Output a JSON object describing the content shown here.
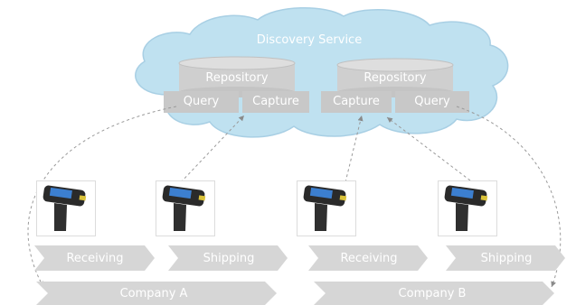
{
  "cloud": {
    "title": "Discovery Service",
    "repositories": [
      {
        "label": "Repository",
        "left_port": "Query",
        "right_port": "Capture"
      },
      {
        "label": "Repository",
        "left_port": "Capture",
        "right_port": "Query"
      }
    ]
  },
  "processes": [
    {
      "label": "Receiving",
      "device": "rfid-scanner"
    },
    {
      "label": "Shipping",
      "device": "rfid-scanner"
    },
    {
      "label": "Receiving",
      "device": "rfid-scanner"
    },
    {
      "label": "Shipping",
      "device": "rfid-scanner"
    }
  ],
  "companies": [
    {
      "label": "Company A"
    },
    {
      "label": "Company B"
    }
  ],
  "colors": {
    "cloud_fill": "#bfe1f0",
    "cloud_stroke": "#a8cfe4",
    "repository": "#cfcfcf",
    "port_box": "#c8c8c8",
    "arrow_band": "#d6d6d6",
    "dashed_line": "#9a9a9a"
  }
}
